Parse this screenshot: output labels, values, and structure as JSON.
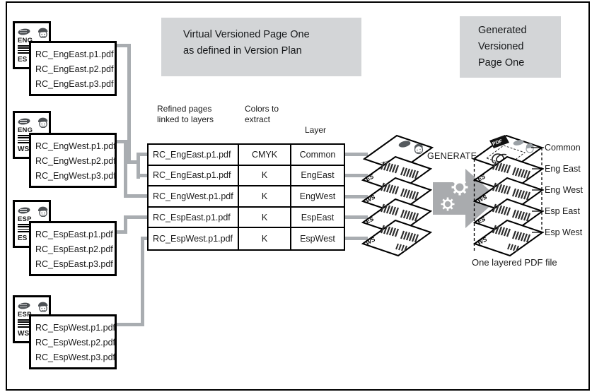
{
  "titles": {
    "virtual": "Virtual Versioned Page One\nas defined in Version Plan",
    "generated": "Generated\nVersioned\nPage One"
  },
  "sources": [
    {
      "lang": "ENG",
      "region": "ES",
      "files": [
        "RC_EngEast.p1.pdf",
        "RC_EngEast.p2.pdf",
        "RC_EngEast.p3.pdf"
      ]
    },
    {
      "lang": "ENG",
      "region": "WS",
      "files": [
        "RC_EngWest.p1.pdf",
        "RC_EngWest.p2.pdf",
        "RC_EngWest.p3.pdf"
      ]
    },
    {
      "lang": "ESP",
      "region": "ES",
      "files": [
        "RC_EspEast.p1.pdf",
        "RC_EspEast.p2.pdf",
        "RC_EspEast.p3.pdf"
      ]
    },
    {
      "lang": "ESP",
      "region": "WS",
      "files": [
        "RC_EspWest.p1.pdf",
        "RC_EspWest.p2.pdf",
        "RC_EspWest.p3.pdf"
      ]
    }
  ],
  "table": {
    "headers": [
      "Refined pages\nlinked to layers",
      "Colors to\nextract",
      "Layer"
    ],
    "rows": [
      [
        "RC_EngEast.p1.pdf",
        "CMYK",
        "Common"
      ],
      [
        "RC_EngEast.p1.pdf",
        "K",
        "EngEast"
      ],
      [
        "RC_EngWest.p1.pdf",
        "K",
        "EngWest"
      ],
      [
        "RC_EspEast.p1.pdf",
        "K",
        "EspEast"
      ],
      [
        "RC_EspWest.p1.pdf",
        "K",
        "EspWest"
      ]
    ]
  },
  "generate_label": "GENERATE",
  "stacks": {
    "page_labels": [
      "ES",
      "WS",
      "ES",
      "WS"
    ],
    "pdf_tag": "PDF"
  },
  "output": {
    "layers": [
      "Common",
      "Eng East",
      "Eng West",
      "Esp East",
      "Esp West"
    ],
    "caption": "One layered PDF file"
  },
  "icons": {
    "hand": "hand-icon",
    "face": "operator-face-icon",
    "gears": "gear-icon",
    "arrow": "process-arrow-icon",
    "pdf_logo": "acrobat-pen-logo-icon"
  },
  "colors": {
    "connector_gray": "#a9adb1",
    "panel_gray": "#d3d5d7",
    "arrow_gray": "#a9abae",
    "border_black": "#000000"
  }
}
